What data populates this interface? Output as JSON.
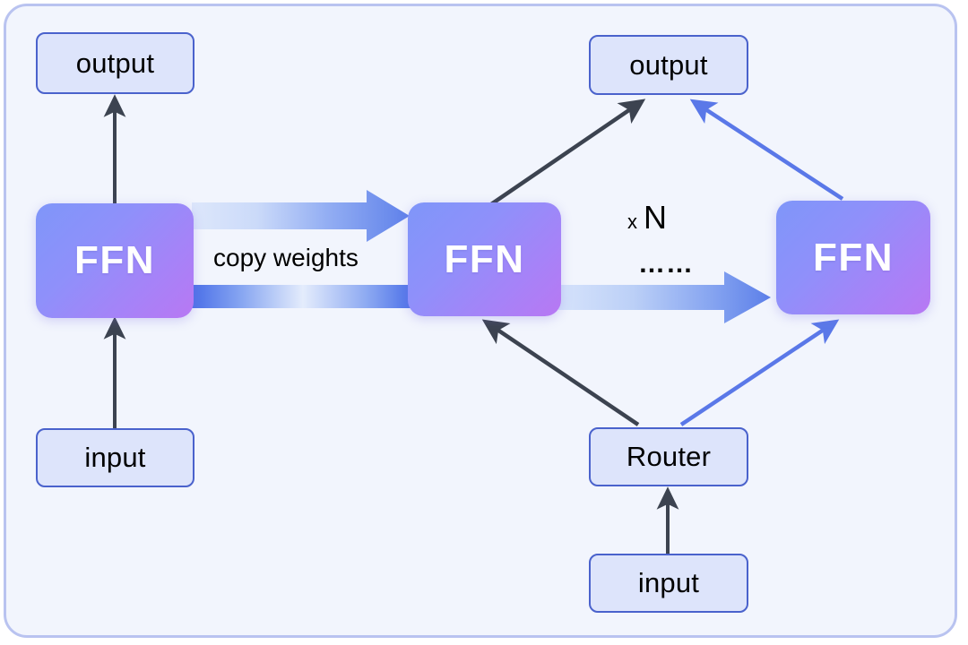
{
  "diagram": {
    "title": "FFN copy-weights / Mixture-of-Experts router diagram",
    "background_color": "#f2f5fd",
    "frame_border_color": "#b9c3f0",
    "accent_blue": "#4a62cc",
    "arrow_blue": "#5a78e8",
    "arrow_dark": "#3c4350",
    "ffn_gradient_start": "#7f96f9",
    "ffn_gradient_end": "#b878f3",
    "box_fill": "#dde4fb"
  },
  "left_column": {
    "output_label": "output",
    "ffn_label": "FFN",
    "input_label": "input"
  },
  "right_column": {
    "output_label": "output",
    "ffn_middle_label": "FFN",
    "ffn_last_label": "FFN",
    "router_label": "Router",
    "input_label": "input"
  },
  "annotations": {
    "copy_weights": "copy weights",
    "repeat_prefix": "x",
    "repeat_count": "N",
    "ellipsis": "……"
  }
}
